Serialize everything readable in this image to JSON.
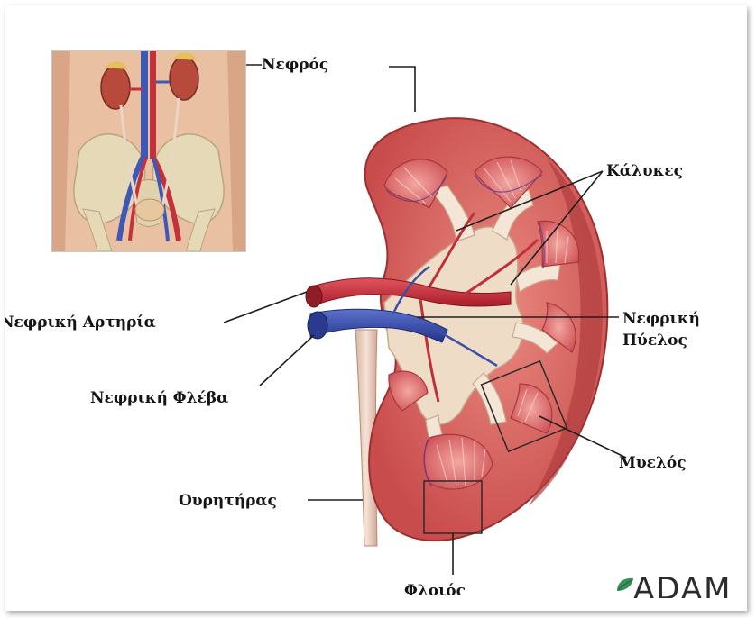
{
  "labels": {
    "kidney": "Νεφρός",
    "calyces": "Κάλυκες",
    "renal_artery": "Νεφρική Αρτηρία",
    "renal_pelvis_line1": "Νεφρική",
    "renal_pelvis_line2": "Πύελος",
    "renal_vein": "Νεφρική Φλέβα",
    "medulla": "Μυελός",
    "ureter": "Ουρητήρας",
    "cortex": "Φλοιός"
  },
  "logo": {
    "text": "ADAM",
    "name": "adam-logo"
  },
  "colors": {
    "cortex": "#d9655e",
    "medulla": "#c84c4f",
    "pelvis": "#efdcc7",
    "artery": "#c9303a",
    "vein": "#3a4fa8",
    "ureter": "#e9cfbf",
    "skin": "#e7b899"
  }
}
